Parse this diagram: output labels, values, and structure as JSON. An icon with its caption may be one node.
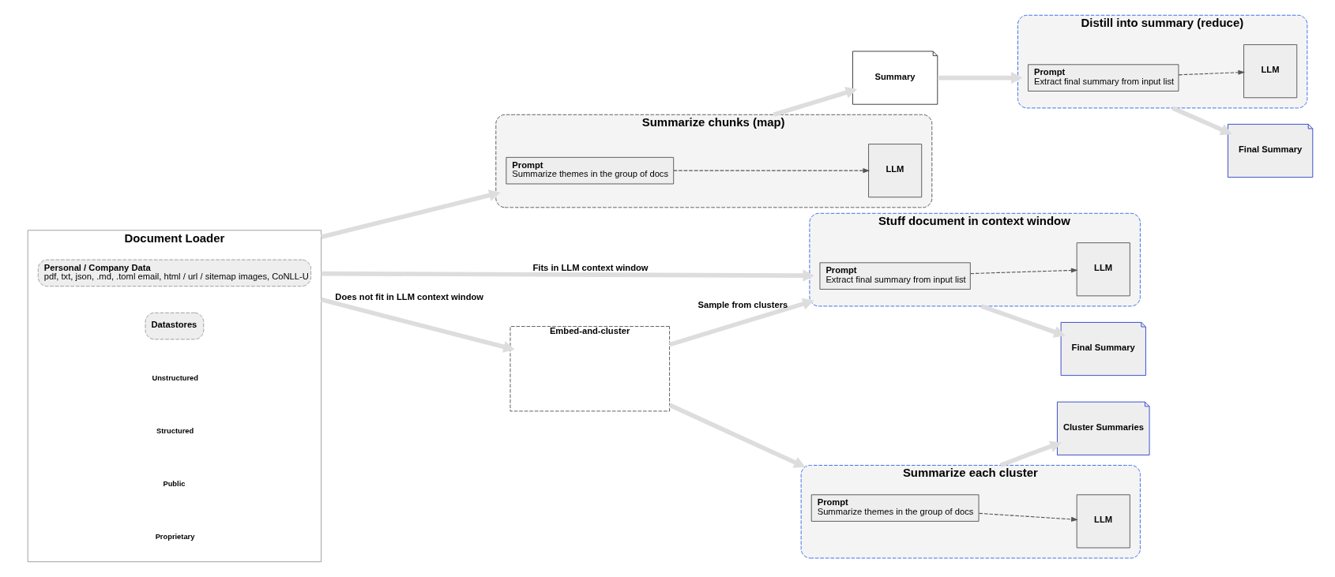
{
  "diagram": {
    "nodes": [
      {
        "text": [
          "Document Loader"
        ]
      },
      {
        "text": [
          "Personal / Company Data",
          "pdf, txt, json, .md, .toml email, html / url / sitemap images, CoNLL-U"
        ],
        "in": 0
      },
      {
        "text": [
          "Datastores"
        ],
        "in": 0
      },
      {
        "text": [
          "Stuff document in context window"
        ]
      },
      {
        "text": [
          "Prompt",
          "Extract final summary from input list"
        ],
        "in": 3
      },
      {
        "text": [
          "LLM"
        ],
        "in": 3
      },
      {
        "text": [
          "Final Summary"
        ]
      },
      {
        "text": [
          "Embed-and-cluster"
        ]
      },
      {
        "text": [
          "Summarize each cluster"
        ]
      },
      {
        "text": [
          "Prompt",
          "Summarize themes in the group of docs"
        ],
        "in": 8
      },
      {
        "text": [
          "LLM"
        ],
        "in": 8
      },
      {
        "text": [
          "Cluster Summaries"
        ]
      },
      {
        "text": [
          "Summarize chunks (map)"
        ]
      },
      {
        "text": [
          "Prompt",
          "Summarize themes in the group of docs"
        ],
        "in": 12
      },
      {
        "text": [
          "LLM"
        ],
        "in": 12
      },
      {
        "text": [
          "Summary"
        ]
      },
      {
        "text": [
          "Distill into summary (reduce)"
        ]
      },
      {
        "text": [
          "Prompt",
          "Extract final summary from input list"
        ],
        "in": 16
      },
      {
        "text": [
          "LLM"
        ],
        "in": 16
      },
      {
        "text": [
          "Final Summary"
        ]
      }
    ],
    "edges": [
      {
        "from": 0,
        "to": 3,
        "arrow": "to",
        "label": "Fits in LLM context window"
      },
      {
        "from": 0,
        "to": 7,
        "arrow": "to",
        "label": "Does not fit in LLM context window"
      },
      {
        "from": 0,
        "to": 12,
        "arrow": "to"
      },
      {
        "from": 4,
        "to": 5,
        "arrow": "to",
        "style": "dashed",
        "color": "#555555"
      },
      {
        "from": 3,
        "to": 6,
        "arrow": "to"
      },
      {
        "from": 7,
        "to": 3,
        "arrow": "to",
        "label": "Sample from clusters"
      },
      {
        "from": 7,
        "to": 8,
        "arrow": "to"
      },
      {
        "from": 9,
        "to": 10,
        "arrow": "to",
        "style": "dashed",
        "color": "#555555"
      },
      {
        "from": 8,
        "to": 11,
        "arrow": "to"
      },
      {
        "from": 13,
        "to": 14,
        "arrow": "to",
        "style": "dashed",
        "color": "#555555"
      },
      {
        "from": 12,
        "to": 15,
        "arrow": "to"
      },
      {
        "from": 15,
        "to": 16,
        "arrow": "to"
      },
      {
        "from": 17,
        "to": 18,
        "arrow": "to",
        "style": "dashed",
        "color": "#555555"
      },
      {
        "from": 16,
        "to": 19,
        "arrow": "to"
      }
    ],
    "labels": [
      "Unstructured",
      "Structured",
      "Public",
      "Proprietary"
    ]
  }
}
